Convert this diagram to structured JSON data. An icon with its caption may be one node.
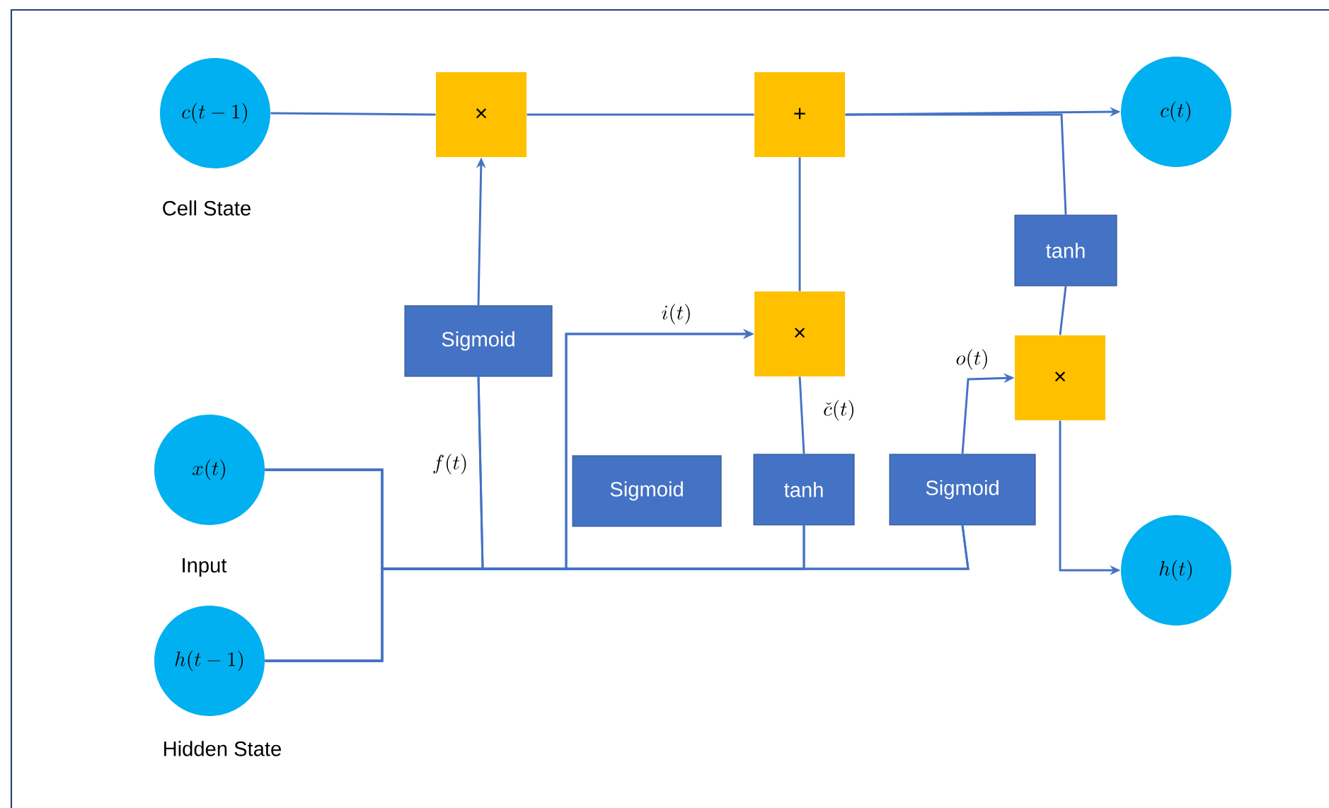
{
  "diagram": {
    "nodes": [
      {
        "text": [
          "c(t-1)"
        ],
        "beside": [
          "Cell State"
        ]
      },
      {
        "text": [
          "×"
        ]
      },
      {
        "text": [
          "+"
        ]
      },
      {
        "text": [
          "c(t)"
        ]
      },
      {
        "text": [
          "Sigmoid"
        ]
      },
      {
        "text": [
          "tanh"
        ]
      },
      {
        "text": [
          "×"
        ]
      },
      {
        "text": [
          "×"
        ]
      },
      {
        "text": [
          "x(t)"
        ],
        "beside": [
          "Input"
        ]
      },
      {
        "text": [
          "Sigmoid"
        ]
      },
      {
        "text": [
          "tanh"
        ]
      },
      {
        "text": [
          "Sigmoid"
        ]
      },
      {
        "text": [
          "h(t-1)"
        ],
        "beside": [
          "Hidden State"
        ]
      },
      {
        "text": [
          "h(t)"
        ]
      }
    ],
    "edges": [
      {
        "from": 0,
        "to": 1,
        "arrow": "none"
      },
      {
        "from": 1,
        "to": 2,
        "arrow": "none"
      },
      {
        "from": 2,
        "to": 3,
        "arrow": "to"
      },
      {
        "from": 4,
        "to": 1,
        "arrow": "to"
      },
      {
        "from": 6,
        "to": 2,
        "arrow": "none"
      },
      {
        "from": 2,
        "to": 5,
        "arrow": "none"
      },
      {
        "from": 5,
        "to": 7,
        "arrow": "none"
      },
      {
        "from": 10,
        "to": 6,
        "arrow": "none",
        "label": "\\check{c}(t)"
      },
      {
        "from": 11,
        "to": 7,
        "arrow": "to",
        "label": "o(t)"
      },
      {
        "from": 7,
        "to": 13,
        "arrow": "to"
      },
      {
        "from": 8,
        "to": 4,
        "arrow": "none"
      },
      {
        "from": 12,
        "to": 4,
        "arrow": "none"
      },
      {
        "from": 8,
        "to": 6,
        "arrow": "to"
      },
      {
        "from": 12,
        "to": 6,
        "arrow": "to"
      },
      {
        "from": 8,
        "to": 10,
        "arrow": "none"
      },
      {
        "from": 12,
        "to": 10,
        "arrow": "none"
      },
      {
        "from": 8,
        "to": 11,
        "arrow": "none"
      },
      {
        "from": 12,
        "to": 11,
        "arrow": "none"
      }
    ],
    "labels": [
      "f(t)",
      "i(t)"
    ]
  }
}
